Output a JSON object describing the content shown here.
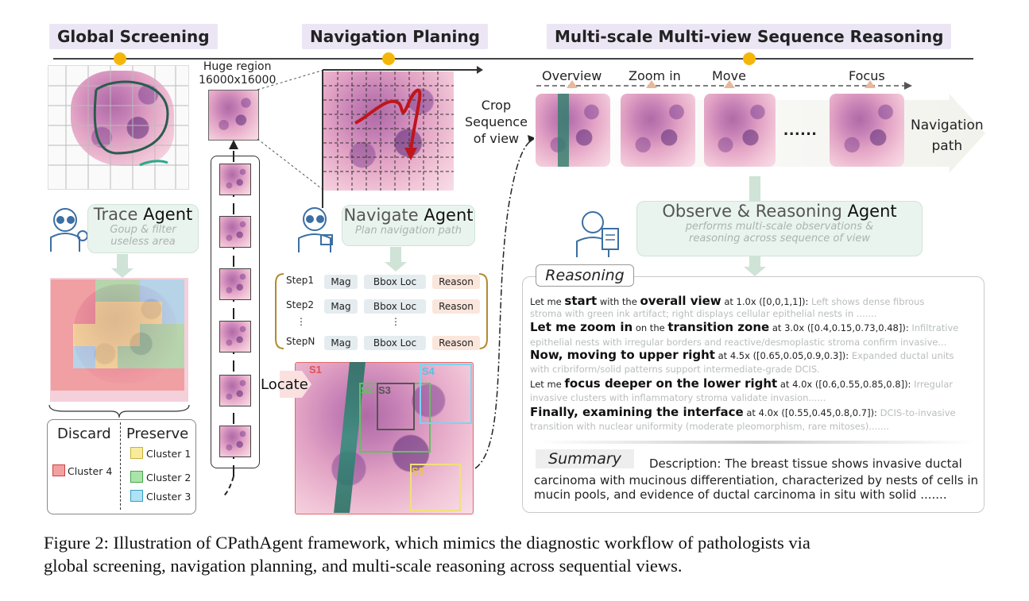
{
  "stages": {
    "global": "Global Screening",
    "navigation": "Navigation Planing",
    "reasoning": "Multi-scale Multi-view Sequence Reasoning"
  },
  "huge_region": {
    "line1": "Huge region",
    "line2": "16000x16000"
  },
  "trace_agent": {
    "title_light": "Trace ",
    "title_bold": "Agent",
    "sub1": "Goup & filter",
    "sub2": "useless area"
  },
  "navigate_agent": {
    "title_light": "Navigate ",
    "title_bold": "Agent",
    "sub": "Plan navigation path"
  },
  "observe_agent": {
    "title_light": "Observe & Reasoning ",
    "title_bold": "Agent",
    "sub1": "performs multi-scale observations &",
    "sub2": "reasoning across sequence of view"
  },
  "steps": [
    {
      "label": "Step1",
      "mag": "Mag",
      "bbox": "Bbox Loc",
      "reason": "Reason"
    },
    {
      "label": "Step2",
      "mag": "Mag",
      "bbox": "Bbox Loc",
      "reason": "Reason"
    },
    {
      "label": "StepN",
      "mag": "Mag",
      "bbox": "Bbox Loc",
      "reason": "Reason"
    }
  ],
  "ellipsis": "⋮",
  "locate": "Locate",
  "region_labels": {
    "s1": "S1",
    "s2": "S2",
    "s3": "S3",
    "s4": "S4",
    "s5": "S5"
  },
  "crop": {
    "l1": "Crop",
    "l2": "Sequence",
    "l3": "of view"
  },
  "seq_labels": {
    "overview": "Overview",
    "zoom": "Zoom in",
    "move": "Move",
    "focus": "Focus",
    "dots": "......"
  },
  "nav_path": {
    "l1": "Navigation",
    "l2": "path"
  },
  "legend": {
    "discard": "Discard",
    "preserve": "Preserve",
    "cluster4": "Cluster 4",
    "cluster1": "Cluster 1",
    "cluster2": "Cluster 2",
    "cluster3": "Cluster 3"
  },
  "reasoning_title": "Reasoning",
  "reasoning_lines": [
    {
      "parts": [
        [
          "mid",
          "Let me "
        ],
        [
          "big",
          "start"
        ],
        [
          "mid",
          " with the "
        ],
        [
          "big",
          "overall view"
        ],
        [
          "mid",
          " at 1.0x ([0,0,1,1]): "
        ],
        [
          "gray",
          "Left shows dense fibrous"
        ]
      ]
    },
    {
      "parts": [
        [
          "gray",
          "stroma with green ink artifact; right displays cellular epithelial nests in ......."
        ]
      ]
    },
    {
      "parts": [
        [
          "big",
          "Let me zoom in"
        ],
        [
          "mid",
          " on the "
        ],
        [
          "big",
          "transition zone"
        ],
        [
          "mid",
          " at 3.0x ([0.4,0.15,0.73,0.48]): "
        ],
        [
          "gray",
          "Infiltrative"
        ]
      ]
    },
    {
      "parts": [
        [
          "gray",
          "epithelial nests with irregular borders and reactive/desmoplastic stroma confirm invasive..."
        ]
      ]
    },
    {
      "parts": [
        [
          "big",
          "Now, moving to upper right"
        ],
        [
          "mid",
          " at 4.5x ([0.65,0.05,0.9,0.3]): "
        ],
        [
          "gray",
          "Expanded ductal units"
        ]
      ]
    },
    {
      "parts": [
        [
          "gray",
          "with cribriform/solid patterns support intermediate-grade DCIS."
        ]
      ]
    },
    {
      "parts": [
        [
          "mid",
          "Let me "
        ],
        [
          "big",
          "focus deeper on the lower right"
        ],
        [
          "mid",
          " at 4.0x ([0.6,0.55,0.85,0.8]): "
        ],
        [
          "gray",
          "Irregular"
        ]
      ]
    },
    {
      "parts": [
        [
          "gray",
          "invasive clusters with inflammatory stroma validate invasion......"
        ]
      ]
    },
    {
      "parts": [
        [
          "big",
          "Finally, examining the interface"
        ],
        [
          "mid",
          " at 4.0x ([0.55,0.45,0.8,0.7]): "
        ],
        [
          "gray",
          "DCIS-to-invasive"
        ]
      ]
    },
    {
      "parts": [
        [
          "gray",
          "transition with nuclear uniformity (moderate pleomorphism, rare mitoses)......."
        ]
      ]
    }
  ],
  "summary_title": "Summary",
  "summary_text": {
    "l1": "Description: The breast tissue shows invasive ductal",
    "l2": "carcinoma with mucinous differentiation, characterized by nests of cells in",
    "l3": "mucin pools, and evidence of ductal carcinoma in situ with solid ......."
  },
  "caption": {
    "l1": "Figure 2: Illustration of CPathAgent framework, which mimics the diagnostic workflow of pathologists via",
    "l2": "global screening, navigation planning, and multi-scale reasoning across sequential views."
  },
  "colors": {
    "timeline_dot": "#f5b60a",
    "stage_bg": "#ece6f4",
    "agent_bg": "#eaf4ee",
    "cluster_red": "#ef7f7f",
    "cluster_yellow": "#f6e27a",
    "cluster_green": "#8fd98f",
    "cluster_blue": "#8fd6f0",
    "nav_arrow": "#c0151b"
  }
}
